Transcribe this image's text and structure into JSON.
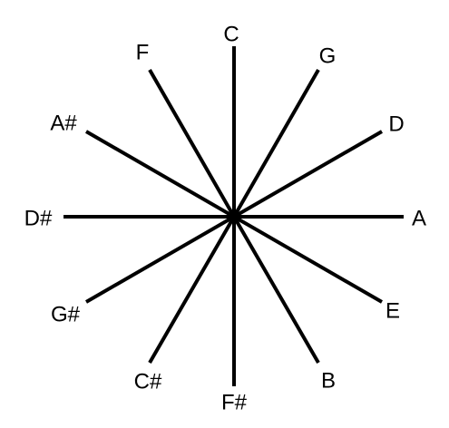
{
  "diagram": {
    "line_color": "#000000",
    "background": "#ffffff",
    "notes": [
      {
        "label": "C"
      },
      {
        "label": "G"
      },
      {
        "label": "D"
      },
      {
        "label": "A"
      },
      {
        "label": "E"
      },
      {
        "label": "B"
      },
      {
        "label": "F#"
      },
      {
        "label": "C#"
      },
      {
        "label": "G#"
      },
      {
        "label": "D#"
      },
      {
        "label": "A#"
      },
      {
        "label": "F"
      }
    ]
  }
}
